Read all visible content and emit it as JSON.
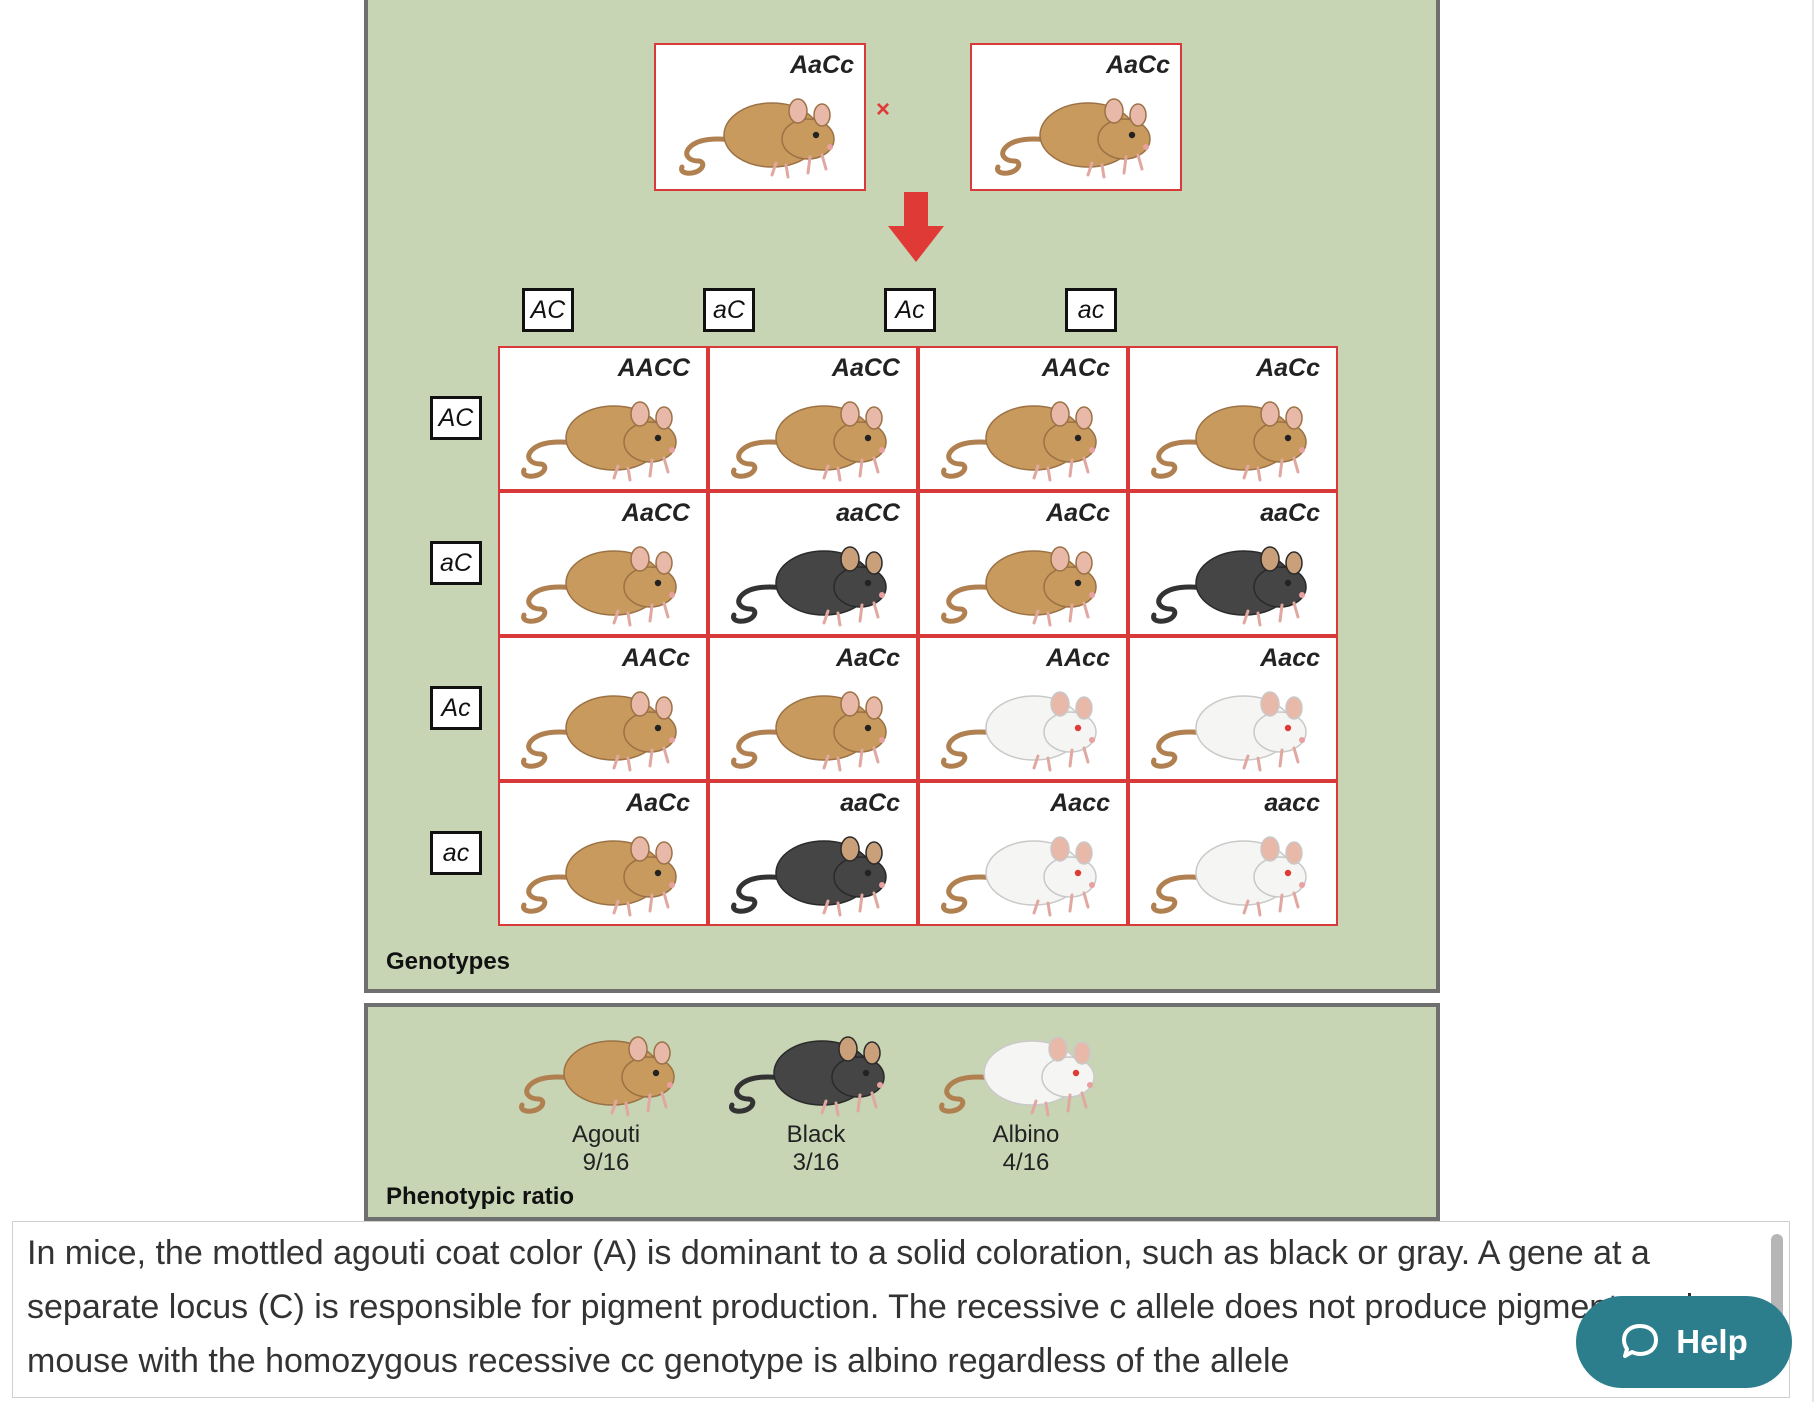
{
  "parents": {
    "left": "AaCc",
    "right": "AaCc",
    "cross": "×"
  },
  "gametes": {
    "columns": [
      "AC",
      "aC",
      "Ac",
      "ac"
    ],
    "rows": [
      "AC",
      "aC",
      "Ac",
      "ac"
    ]
  },
  "grid": [
    [
      {
        "genotype": "AACC",
        "coat": "agouti"
      },
      {
        "genotype": "AaCC",
        "coat": "agouti"
      },
      {
        "genotype": "AACc",
        "coat": "agouti"
      },
      {
        "genotype": "AaCc",
        "coat": "agouti"
      }
    ],
    [
      {
        "genotype": "AaCC",
        "coat": "agouti"
      },
      {
        "genotype": "aaCC",
        "coat": "black"
      },
      {
        "genotype": "AaCc",
        "coat": "agouti"
      },
      {
        "genotype": "aaCc",
        "coat": "black"
      }
    ],
    [
      {
        "genotype": "AACc",
        "coat": "agouti"
      },
      {
        "genotype": "AaCc",
        "coat": "agouti"
      },
      {
        "genotype": "AAcc",
        "coat": "albino"
      },
      {
        "genotype": "Aacc",
        "coat": "albino"
      }
    ],
    [
      {
        "genotype": "AaCc",
        "coat": "agouti"
      },
      {
        "genotype": "aaCc",
        "coat": "black"
      },
      {
        "genotype": "Aacc",
        "coat": "albino"
      },
      {
        "genotype": "aacc",
        "coat": "albino"
      }
    ]
  ],
  "genotypes_label": "Genotypes",
  "phenotypes": [
    {
      "name": "Agouti",
      "ratio": "9/16",
      "coat": "agouti"
    },
    {
      "name": "Black",
      "ratio": "3/16",
      "coat": "black"
    },
    {
      "name": "Albino",
      "ratio": "4/16",
      "coat": "albino"
    }
  ],
  "phenotypic_ratio_label": "Phenotypic ratio",
  "body_text": "In mice, the mottled agouti coat color (A) is dominant to a solid coloration, such as black or gray. A gene at a separate locus (C) is responsible for pigment production. The recessive c allele does not produce pigment, and a mouse with the homozygous recessive cc genotype is albino regardless of the allele",
  "help_label": "Help",
  "colors": {
    "panel_bg": "#c8d5b5",
    "cell_border": "#d83a3a",
    "arrow": "#e03a36",
    "help_bg": "#2c7e8d",
    "agouti": "#c99a5e",
    "black": "#454545",
    "albino": "#f5f5f3"
  }
}
